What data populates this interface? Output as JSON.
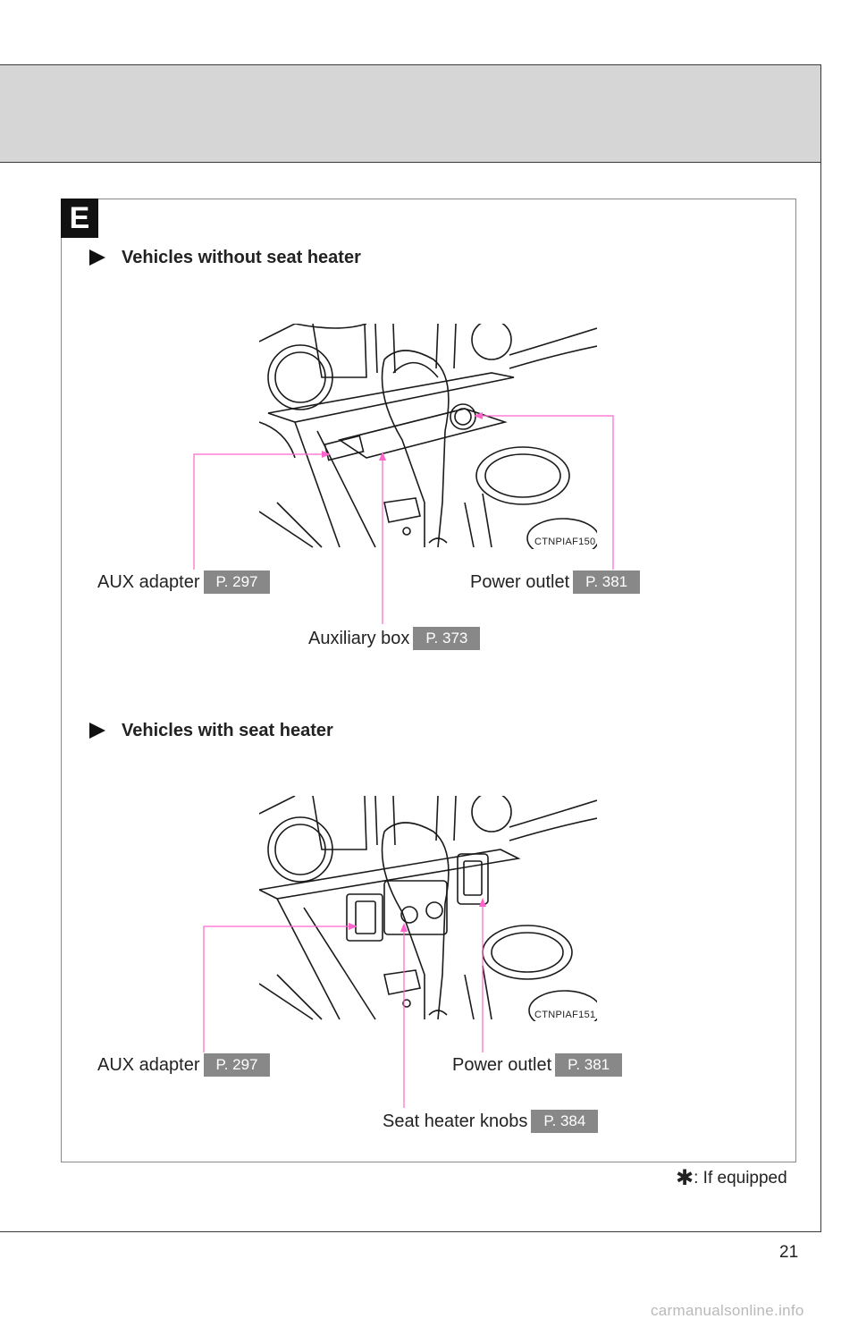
{
  "section": {
    "badge": "E"
  },
  "top": {
    "heading": "Vehicles without seat heater",
    "figure_code": "CTNPIAF150",
    "labels": {
      "aux_adapter": {
        "text": "AUX adapter",
        "ref": "P. 297"
      },
      "power_outlet": {
        "text": "Power outlet",
        "ref": "P. 381"
      },
      "auxiliary_box": {
        "text": "Auxiliary box",
        "ref": "P. 373"
      }
    }
  },
  "bottom": {
    "heading": "Vehicles with seat heater",
    "figure_code": "CTNPIAF151",
    "labels": {
      "aux_adapter": {
        "text": "AUX adapter",
        "ref": "P. 297"
      },
      "power_outlet": {
        "text": "Power outlet",
        "ref": "P. 381"
      },
      "seat_heater_knobs": {
        "text": "Seat heater knobs",
        "ref": "P. 384"
      }
    }
  },
  "footnote": {
    "symbol": "✱",
    "text": ": If equipped"
  },
  "page_number": "21",
  "watermark": "carmanualsonline.info",
  "colors": {
    "leader": "#ff66cc",
    "ref_box": "#888888",
    "header_band": "#d6d6d6"
  },
  "icons": {
    "bullet": "triangle-right-icon",
    "footnote": "asterisk-icon"
  }
}
